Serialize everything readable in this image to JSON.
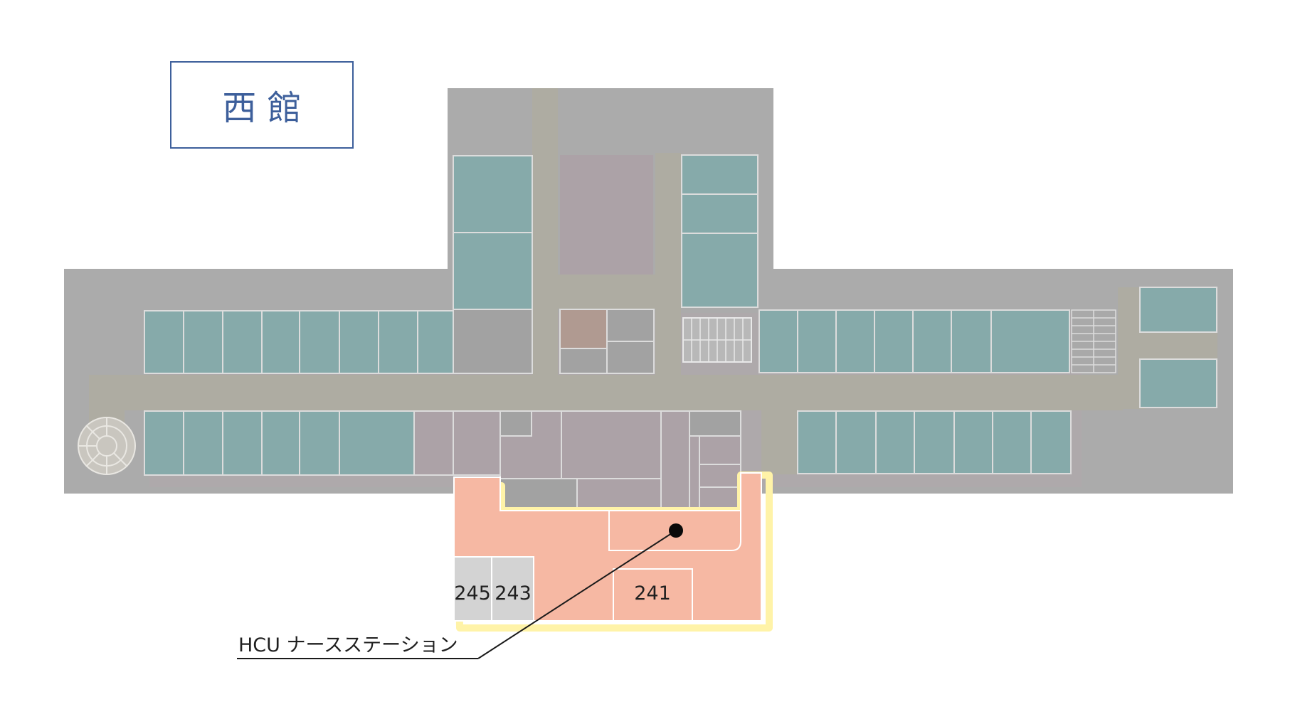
{
  "building": {
    "title": "西 館"
  },
  "rooms": {
    "room_241": "241",
    "room_243": "243",
    "room_245": "245"
  },
  "callout": {
    "label": "HCU ナースステーション"
  },
  "colors": {
    "building": "#ababab",
    "corridor": "#aeaca2",
    "ward_room": "#86aaaa",
    "service_room": "#aca2a7",
    "dark_room": "#a2a2a2",
    "highlight_area": "#f6b8a3",
    "highlight_outline": "#fff3a8",
    "plain_room": "#d3d3d3",
    "accent": "#3d5f9b"
  }
}
